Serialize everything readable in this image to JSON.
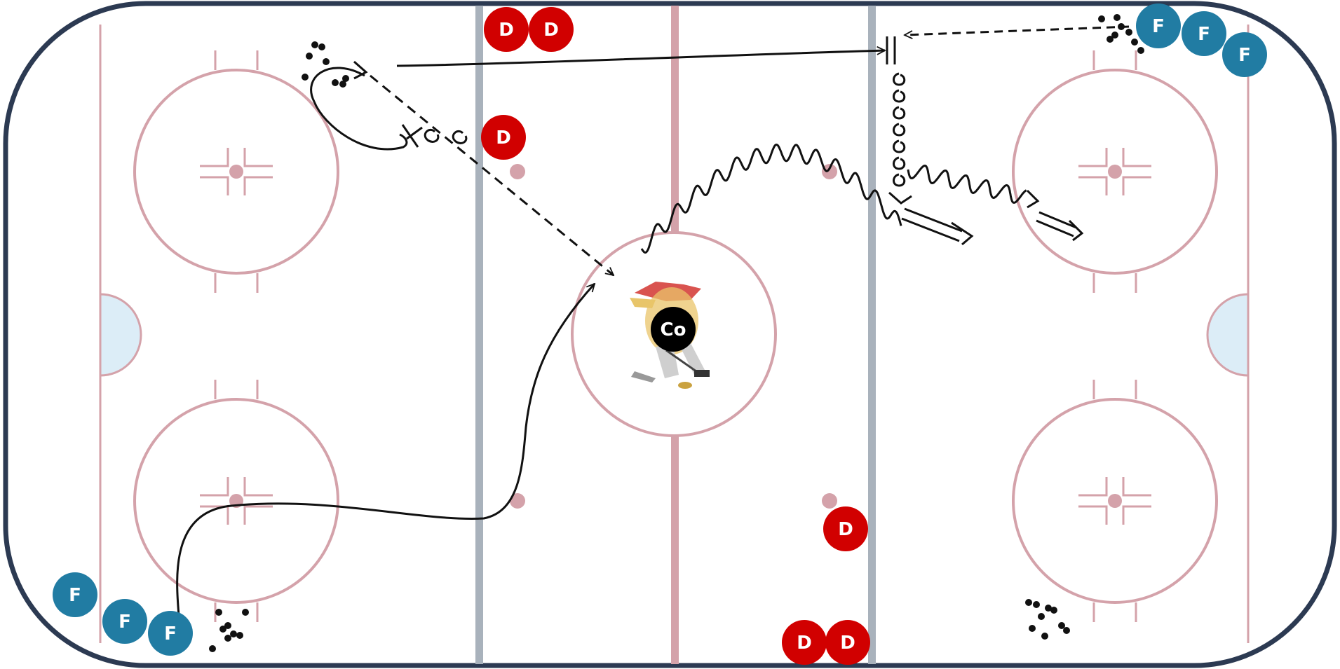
{
  "colors": {
    "board": "#2c3a52",
    "line_red": "#d4a2aa",
    "blue_line": "#a9b2bc",
    "crease": "#dcedf7",
    "forward": "#217ca3",
    "defense": "#d10000",
    "coach": "#000000",
    "puck": "#111111",
    "path": "#111111"
  },
  "players": {
    "forwards": [
      {
        "label": "F"
      },
      {
        "label": "F"
      },
      {
        "label": "F"
      },
      {
        "label": "F"
      },
      {
        "label": "F"
      },
      {
        "label": "F"
      }
    ],
    "defense": [
      {
        "label": "D"
      },
      {
        "label": "D"
      },
      {
        "label": "D"
      },
      {
        "label": "D"
      },
      {
        "label": "D"
      },
      {
        "label": "D"
      }
    ],
    "coach": {
      "label": "Co"
    }
  },
  "center_logo": "team-mascot-logo"
}
